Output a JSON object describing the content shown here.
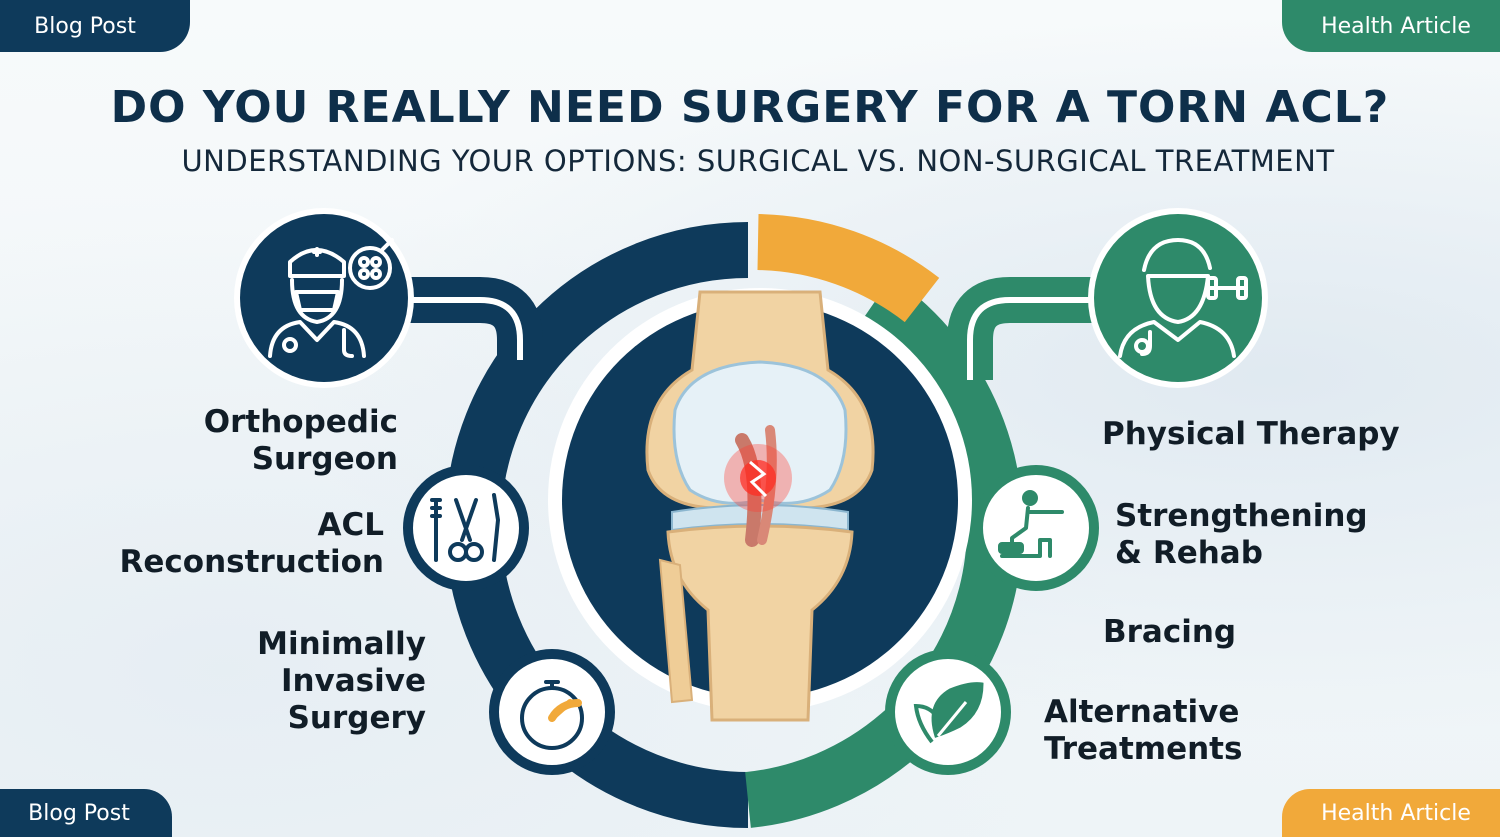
{
  "badges": {
    "top_left": "Blog Post",
    "top_right": "Health Article",
    "bottom_left": "Blog Post",
    "bottom_right": "Health Article"
  },
  "heading": {
    "title": "DO YOU REALLY NEED SURGERY FOR A TORN ACL?",
    "subtitle": "UNDERSTANDING YOUR OPTIONS: SURGICAL VS. NON-SURGICAL TREATMENT"
  },
  "surgical": {
    "color": "#0e3a5b",
    "items": [
      {
        "lines": [
          "Orthopedic",
          "Surgeon"
        ],
        "icon": "surgeon-icon"
      },
      {
        "lines": [
          "ACL",
          "Reconstruction"
        ],
        "icon": "surgical-tools-icon"
      },
      {
        "lines": [
          "Minimally",
          "Invasive",
          "Surgery"
        ],
        "icon": "stopwatch-icon"
      }
    ]
  },
  "non_surgical": {
    "color": "#2e8a6a",
    "items": [
      {
        "lines": [
          "Physical Therapy"
        ],
        "icon": "therapist-icon"
      },
      {
        "lines": [
          "Strengthening",
          "& Rehab"
        ],
        "icon": "exercise-icon"
      },
      {
        "lines": [
          "Bracing"
        ],
        "icon": ""
      },
      {
        "lines": [
          "Alternative",
          "Treatments"
        ],
        "icon": "leaf-icon"
      }
    ]
  },
  "accent_color": "#f1a93a",
  "center_icon": "torn-acl-knee-icon"
}
